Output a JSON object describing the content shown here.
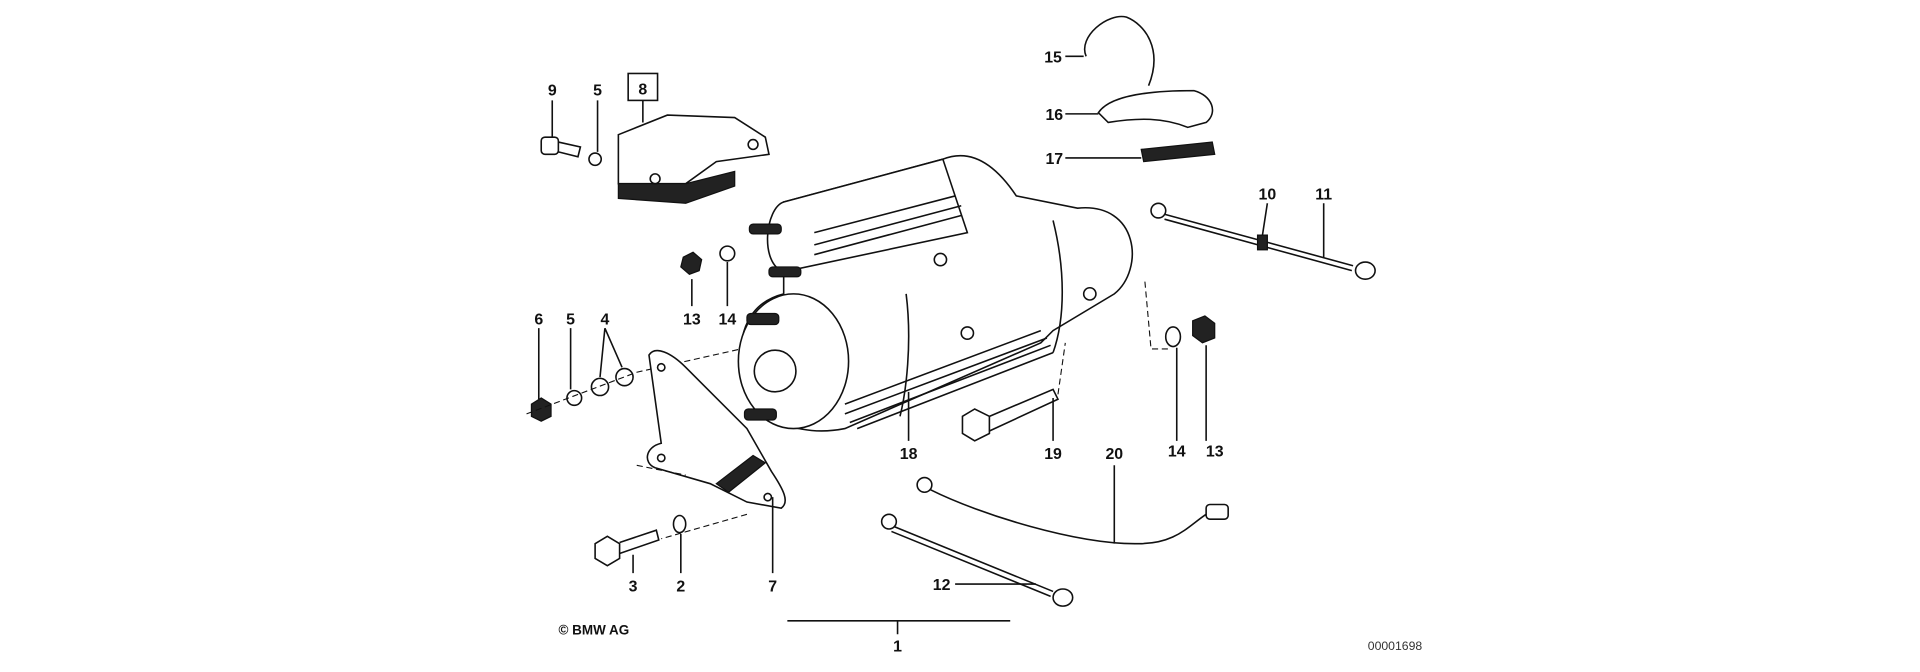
{
  "diagram": {
    "callouts": {
      "c1": "1",
      "c2": "2",
      "c3": "3",
      "c4": "4",
      "c5a": "5",
      "c5b": "5",
      "c6": "6",
      "c7": "7",
      "c8": "8",
      "c9": "9",
      "c10": "10",
      "c11": "11",
      "c12": "12",
      "c13a": "13",
      "c13b": "13",
      "c14a": "14",
      "c14b": "14",
      "c15": "15",
      "c16": "16",
      "c17": "17",
      "c18": "18",
      "c19": "19",
      "c20": "20"
    },
    "copyright": "© BMW AG",
    "drawing_number": "00001698"
  }
}
